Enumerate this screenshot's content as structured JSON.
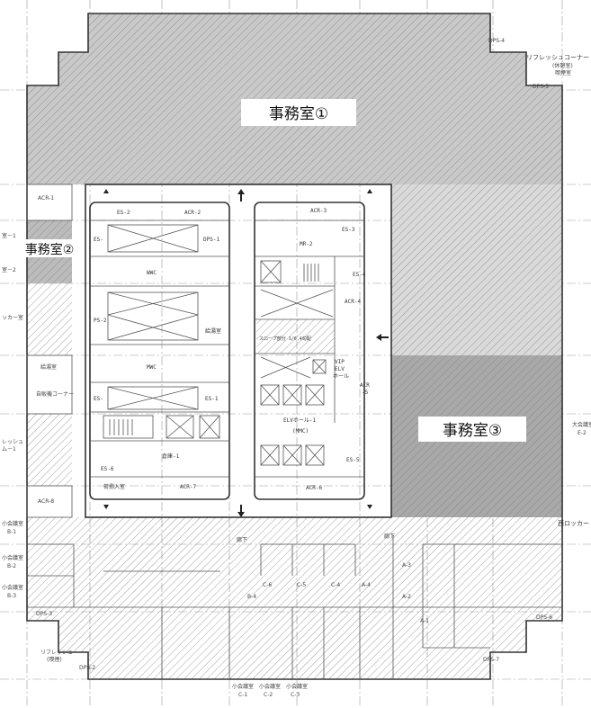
{
  "offices": {
    "office1": "事務室①",
    "office2": "事務室②",
    "office3": "事務室③"
  },
  "colors": {
    "office1": "#c9c9c9",
    "office3": "#a9a9a9",
    "office_right": "#dadada",
    "hatch": "#777777"
  },
  "perimeter_labels": {
    "acr1": "ACR-1",
    "room1": "室－1",
    "room2": "室－2",
    "locker": "ッカー室",
    "kyuto": "給湯室",
    "vending": "自販機コーナー",
    "refresh1": "レッシュ",
    "refresh1b": "ム－1",
    "acr8": "ACR-8",
    "dps4": "DPS-4",
    "dps5": "DPS-5",
    "refresh_corner": "リフレッシュコーナー",
    "refresh_corner_b": "(休憩室)",
    "smoking": "喫煙室",
    "large_meeting": "大会議室",
    "e2": "E-2",
    "locker_right": "西ロッカー",
    "small_meeting": "小会議室",
    "b1": "B-1",
    "b2": "B-2",
    "b3": "B-3",
    "dps3": "DPS-3",
    "refresh_smoke": "リフレッシュ",
    "refresh_smoke_b": "(喫煙)",
    "dps2": "DPS-2",
    "dps6": "DPS-6",
    "dps7": "DPS-7",
    "c1": "C-1",
    "c2": "C-2",
    "c3": "C-3",
    "c4": "C-4",
    "c5": "C-5",
    "c6": "C-6",
    "b4": "B-4",
    "a1": "A-1",
    "a2": "A-2",
    "a3": "A-3",
    "a4": "A-4",
    "hall": "廊下"
  },
  "core_labels": {
    "es2": "ES-2",
    "acr2": "ACR-2",
    "es_left": "ES-",
    "dps1": "DPS-1",
    "wwc": "WWC",
    "ps2": "PS-2",
    "kyuto": "給湯室",
    "mwc": "MWC",
    "es1": "ES-1",
    "es_left2": "ES-",
    "storage1": "倉庫-1",
    "es6": "ES-6",
    "acr7": "ACR-7",
    "loading": "荷捌入室",
    "acr3": "ACR-3",
    "es3": "ES-3",
    "mr2": "MR-2",
    "es4": "ES-4",
    "acr4": "ACR-4",
    "ramp": "スロープ部分 1/6.4勾配",
    "vip1": "VIP",
    "vip2": "ELV",
    "vip3": "ホール",
    "acr5a": "ACR",
    "acr5b": "-5",
    "elvhall": "ELVホール-1",
    "mmc": "(MMC)",
    "es5": "ES-5",
    "acr6": "ACR-6"
  }
}
